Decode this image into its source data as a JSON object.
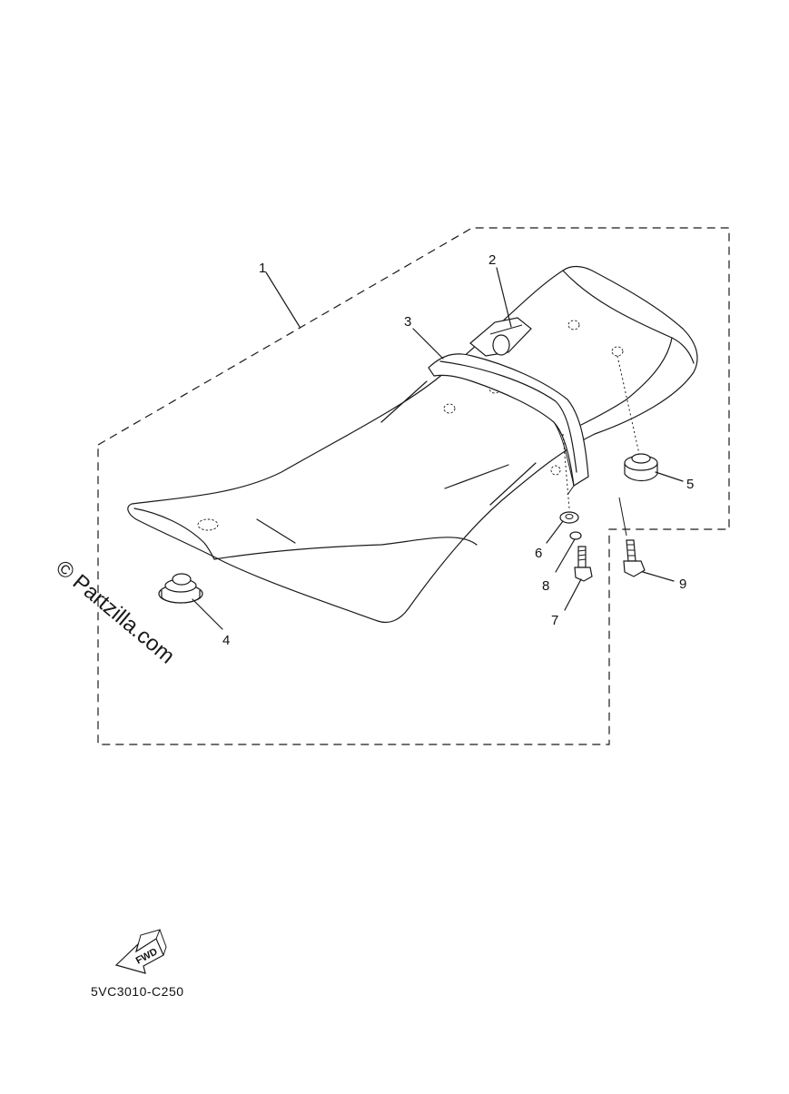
{
  "diagram": {
    "callouts": [
      {
        "id": "1",
        "label": "1"
      },
      {
        "id": "2",
        "label": "2"
      },
      {
        "id": "3",
        "label": "3"
      },
      {
        "id": "4",
        "label": "4"
      },
      {
        "id": "5",
        "label": "5"
      },
      {
        "id": "6",
        "label": "6"
      },
      {
        "id": "7",
        "label": "7"
      },
      {
        "id": "8",
        "label": "8"
      },
      {
        "id": "9",
        "label": "9"
      }
    ],
    "diagram_code": "5VC3010-C250",
    "fwd_label": "FWD",
    "watermark": "© Partzilla.com"
  }
}
